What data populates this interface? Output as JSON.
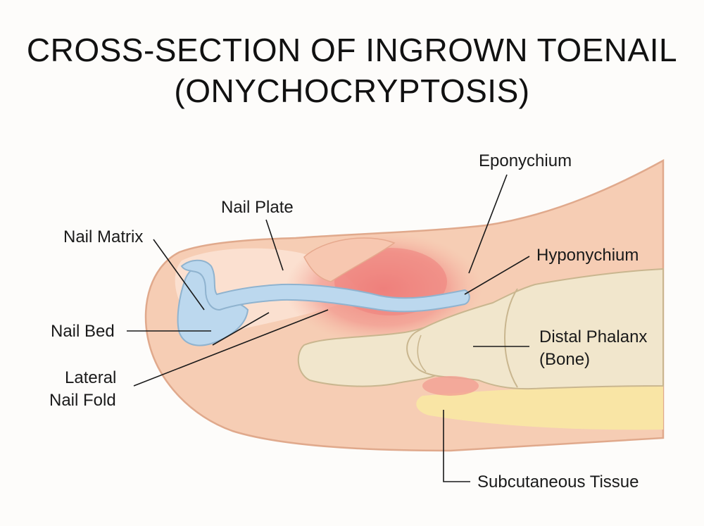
{
  "title": {
    "line1": "CROSS-SECTION OF INGROWN TOENAIL",
    "line2": "(ONYCHOCRYPTOSIS)"
  },
  "labels": {
    "eponychium": "Eponychium",
    "nail_plate": "Nail Plate",
    "nail_matrix": "Nail Matrix",
    "hyponychium": "Hyponychium",
    "nail_bed": "Nail Bed",
    "distal_phalanx_line1": "Distal Phalanx",
    "distal_phalanx_line2": "(Bone)",
    "lateral_nail_fold_line1": "Lateral",
    "lateral_nail_fold_line2": "Nail Fold",
    "subcutaneous_tissue": "Subcutaneous Tissue"
  },
  "colors": {
    "skin": "#f6cdb4",
    "skin_outline": "#e0a98c",
    "inflamed": "#f08a84",
    "nail": "#bcd8ee",
    "nail_outline": "#8fb3cf",
    "bone": "#f1e6cc",
    "bone_outline": "#c9b68f",
    "fat": "#f9e6a4"
  }
}
